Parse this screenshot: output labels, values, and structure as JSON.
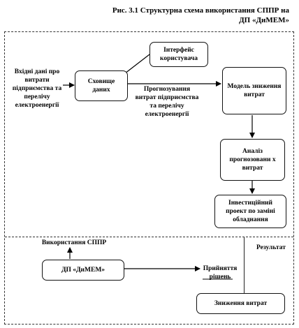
{
  "caption": {
    "line1": "Рис. 3.1 Структурна схема використання СППР на",
    "line2": "ДП «ДиМЕМ»"
  },
  "nodes": {
    "interface": "Інтерфейс користувача",
    "storage": "Сховище даних",
    "model": "Модель зниження витрат",
    "analysis": "Аналіз прогнозовани х витрат",
    "project": "Інвестиційний проект по заміні обладнання",
    "enterprise": "ДП «ДиМЕМ»",
    "reduction": "Зниження витрат"
  },
  "labels": {
    "input_data": "Вхідні дані про витрати підприємства та перелічу електроенергії",
    "forecast": "Прогнозування витрат підприємства та перелічу електроенергії",
    "dss_use": "Використання СППР",
    "decision": "Прийняття рішень",
    "result": "Результат"
  }
}
